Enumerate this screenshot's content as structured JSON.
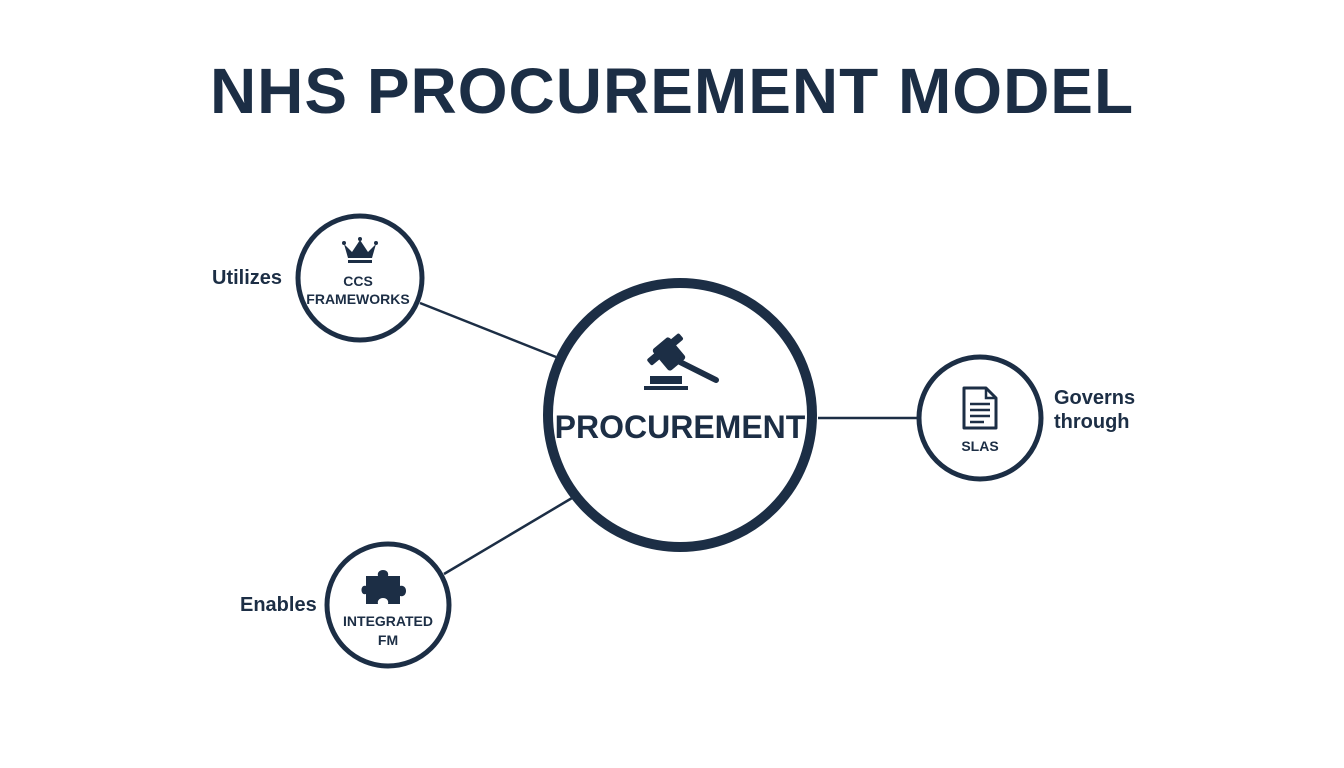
{
  "title": "NHS PROCUREMENT MODEL",
  "colors": {
    "primary": "#1c2e45",
    "background": "#ffffff"
  },
  "center": {
    "label": "PROCUREMENT",
    "icon": "gavel-icon"
  },
  "nodes": [
    {
      "id": "ccs",
      "line1": "CCS",
      "line2": "FRAMEWORKS",
      "icon": "crown-icon",
      "relation": "Utilizes"
    },
    {
      "id": "slas",
      "line1": "SLAS",
      "icon": "document-icon",
      "relation_line1": "Governs",
      "relation_line2": "through"
    },
    {
      "id": "fm",
      "line1": "INTEGRATED",
      "line2": "FM",
      "icon": "puzzle-icon",
      "relation": "Enables"
    }
  ]
}
